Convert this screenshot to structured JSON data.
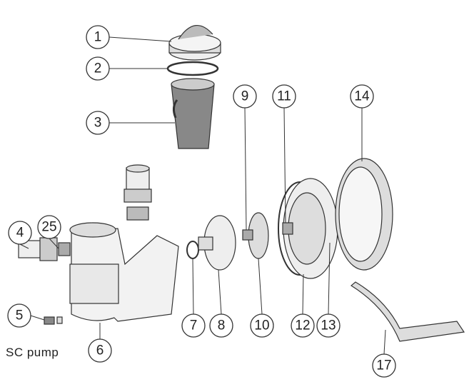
{
  "diagram": {
    "caption": "SC pump",
    "callouts": [
      "1",
      "2",
      "3",
      "4",
      "25",
      "5",
      "6",
      "7",
      "8",
      "9",
      "10",
      "11",
      "12",
      "13",
      "14",
      "17"
    ]
  },
  "colors": {
    "line": "#333333",
    "part_fill": "#e6e6e6",
    "part_dark": "#555555"
  }
}
